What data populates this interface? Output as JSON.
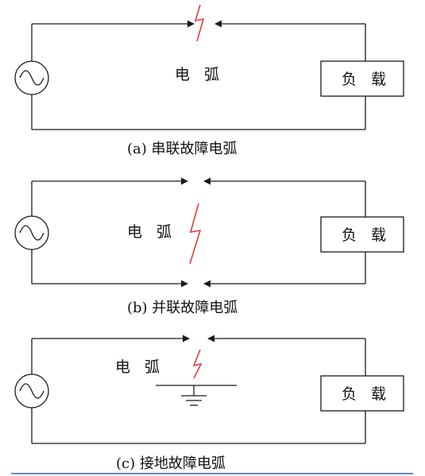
{
  "colors": {
    "wire": "#1a1a1a",
    "arc": "#e23c3c",
    "rule": "#2f5fd6"
  },
  "icons": {
    "source": "ac-source-icon",
    "ground": "ground-icon",
    "arc": "arc-spark-icon"
  },
  "panels": [
    {
      "arc_label": "电 弧",
      "load_label": "负 载",
      "caption": "(a) 串联故障电弧"
    },
    {
      "arc_label": "电 弧",
      "load_label": "负 载",
      "caption": "(b) 并联故障电弧"
    },
    {
      "arc_label": "电 弧",
      "load_label": "负 载",
      "caption": "(c) 接地故障电弧"
    }
  ]
}
